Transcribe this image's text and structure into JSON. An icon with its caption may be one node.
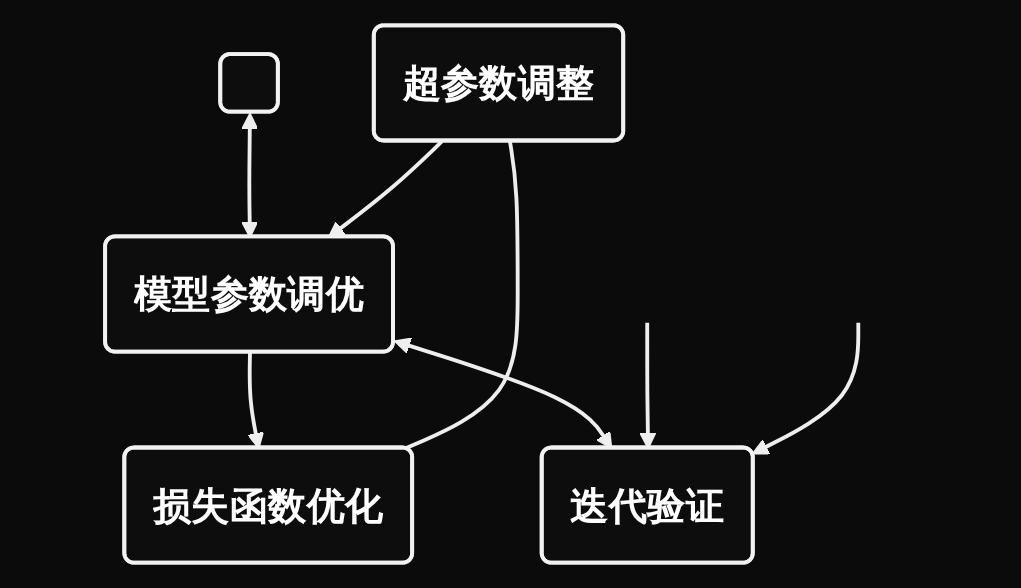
{
  "diagram": {
    "nodes": [
      {
        "text": [],
        "shape": "box"
      },
      {
        "text": [
          "超参数调整"
        ]
      },
      {
        "text": [
          "模型参数调优"
        ]
      },
      {
        "text": [
          "损失函数优化"
        ]
      },
      {
        "text": [
          "迭代验证"
        ]
      }
    ],
    "edges": [
      {
        "from": 0,
        "to": 2,
        "arrow": "both"
      },
      {
        "from": 1,
        "to": 2,
        "arrow": "to"
      },
      {
        "from": 2,
        "to": 3,
        "arrow": "to"
      },
      {
        "from": 1,
        "to": 3,
        "arrow": "none"
      },
      {
        "from": 2,
        "to": 4,
        "arrow": "both"
      },
      {
        "from": null,
        "to": 4,
        "arrow": "to"
      },
      {
        "from": null,
        "to": 4,
        "arrow": "to"
      }
    ]
  }
}
